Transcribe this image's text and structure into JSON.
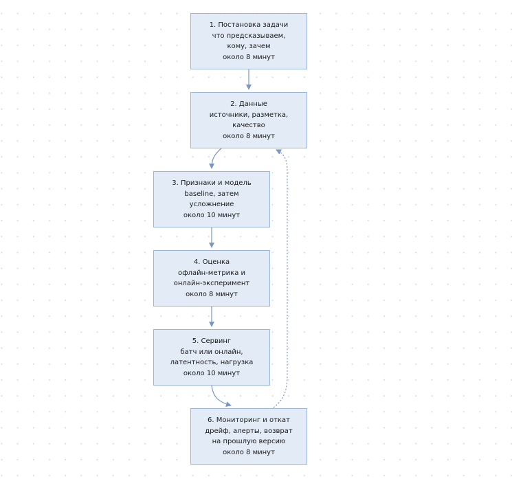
{
  "diagram": {
    "nodes": [
      {
        "id": "n1",
        "lines": [
          "1. Постановка задачи",
          "что предсказываем,",
          "кому, зачем",
          "около 8 минут"
        ]
      },
      {
        "id": "n2",
        "lines": [
          "2. Данные",
          "источники, разметка,",
          "качество",
          "около 8 минут"
        ]
      },
      {
        "id": "n3",
        "lines": [
          "3. Признаки и модель",
          "baseline, затем",
          "усложнение",
          "около 10 минут"
        ]
      },
      {
        "id": "n4",
        "lines": [
          "4. Оценка",
          "офлайн-метрика и",
          "онлайн-эксперимент",
          "около 8 минут"
        ]
      },
      {
        "id": "n5",
        "lines": [
          "5. Сервинг",
          "батч или онлайн,",
          "латентность, нагрузка",
          "около 10 минут"
        ]
      },
      {
        "id": "n6",
        "lines": [
          "6. Мониторинг и откат",
          "дрейф, алерты, возврат",
          "на прошлую версию",
          "около 8 минут"
        ]
      }
    ],
    "edges": [
      {
        "from": "n1",
        "to": "n2",
        "style": "solid"
      },
      {
        "from": "n2",
        "to": "n3",
        "style": "solid"
      },
      {
        "from": "n3",
        "to": "n4",
        "style": "solid"
      },
      {
        "from": "n4",
        "to": "n5",
        "style": "solid"
      },
      {
        "from": "n5",
        "to": "n6",
        "style": "solid"
      },
      {
        "from": "n6",
        "to": "n2",
        "style": "dotted"
      }
    ],
    "colors": {
      "node_fill": "#e3ebf6",
      "node_border": "#9bb6d6",
      "edge": "#7a97bf",
      "text": "#1a1a1a",
      "background": "#ffffff"
    }
  }
}
